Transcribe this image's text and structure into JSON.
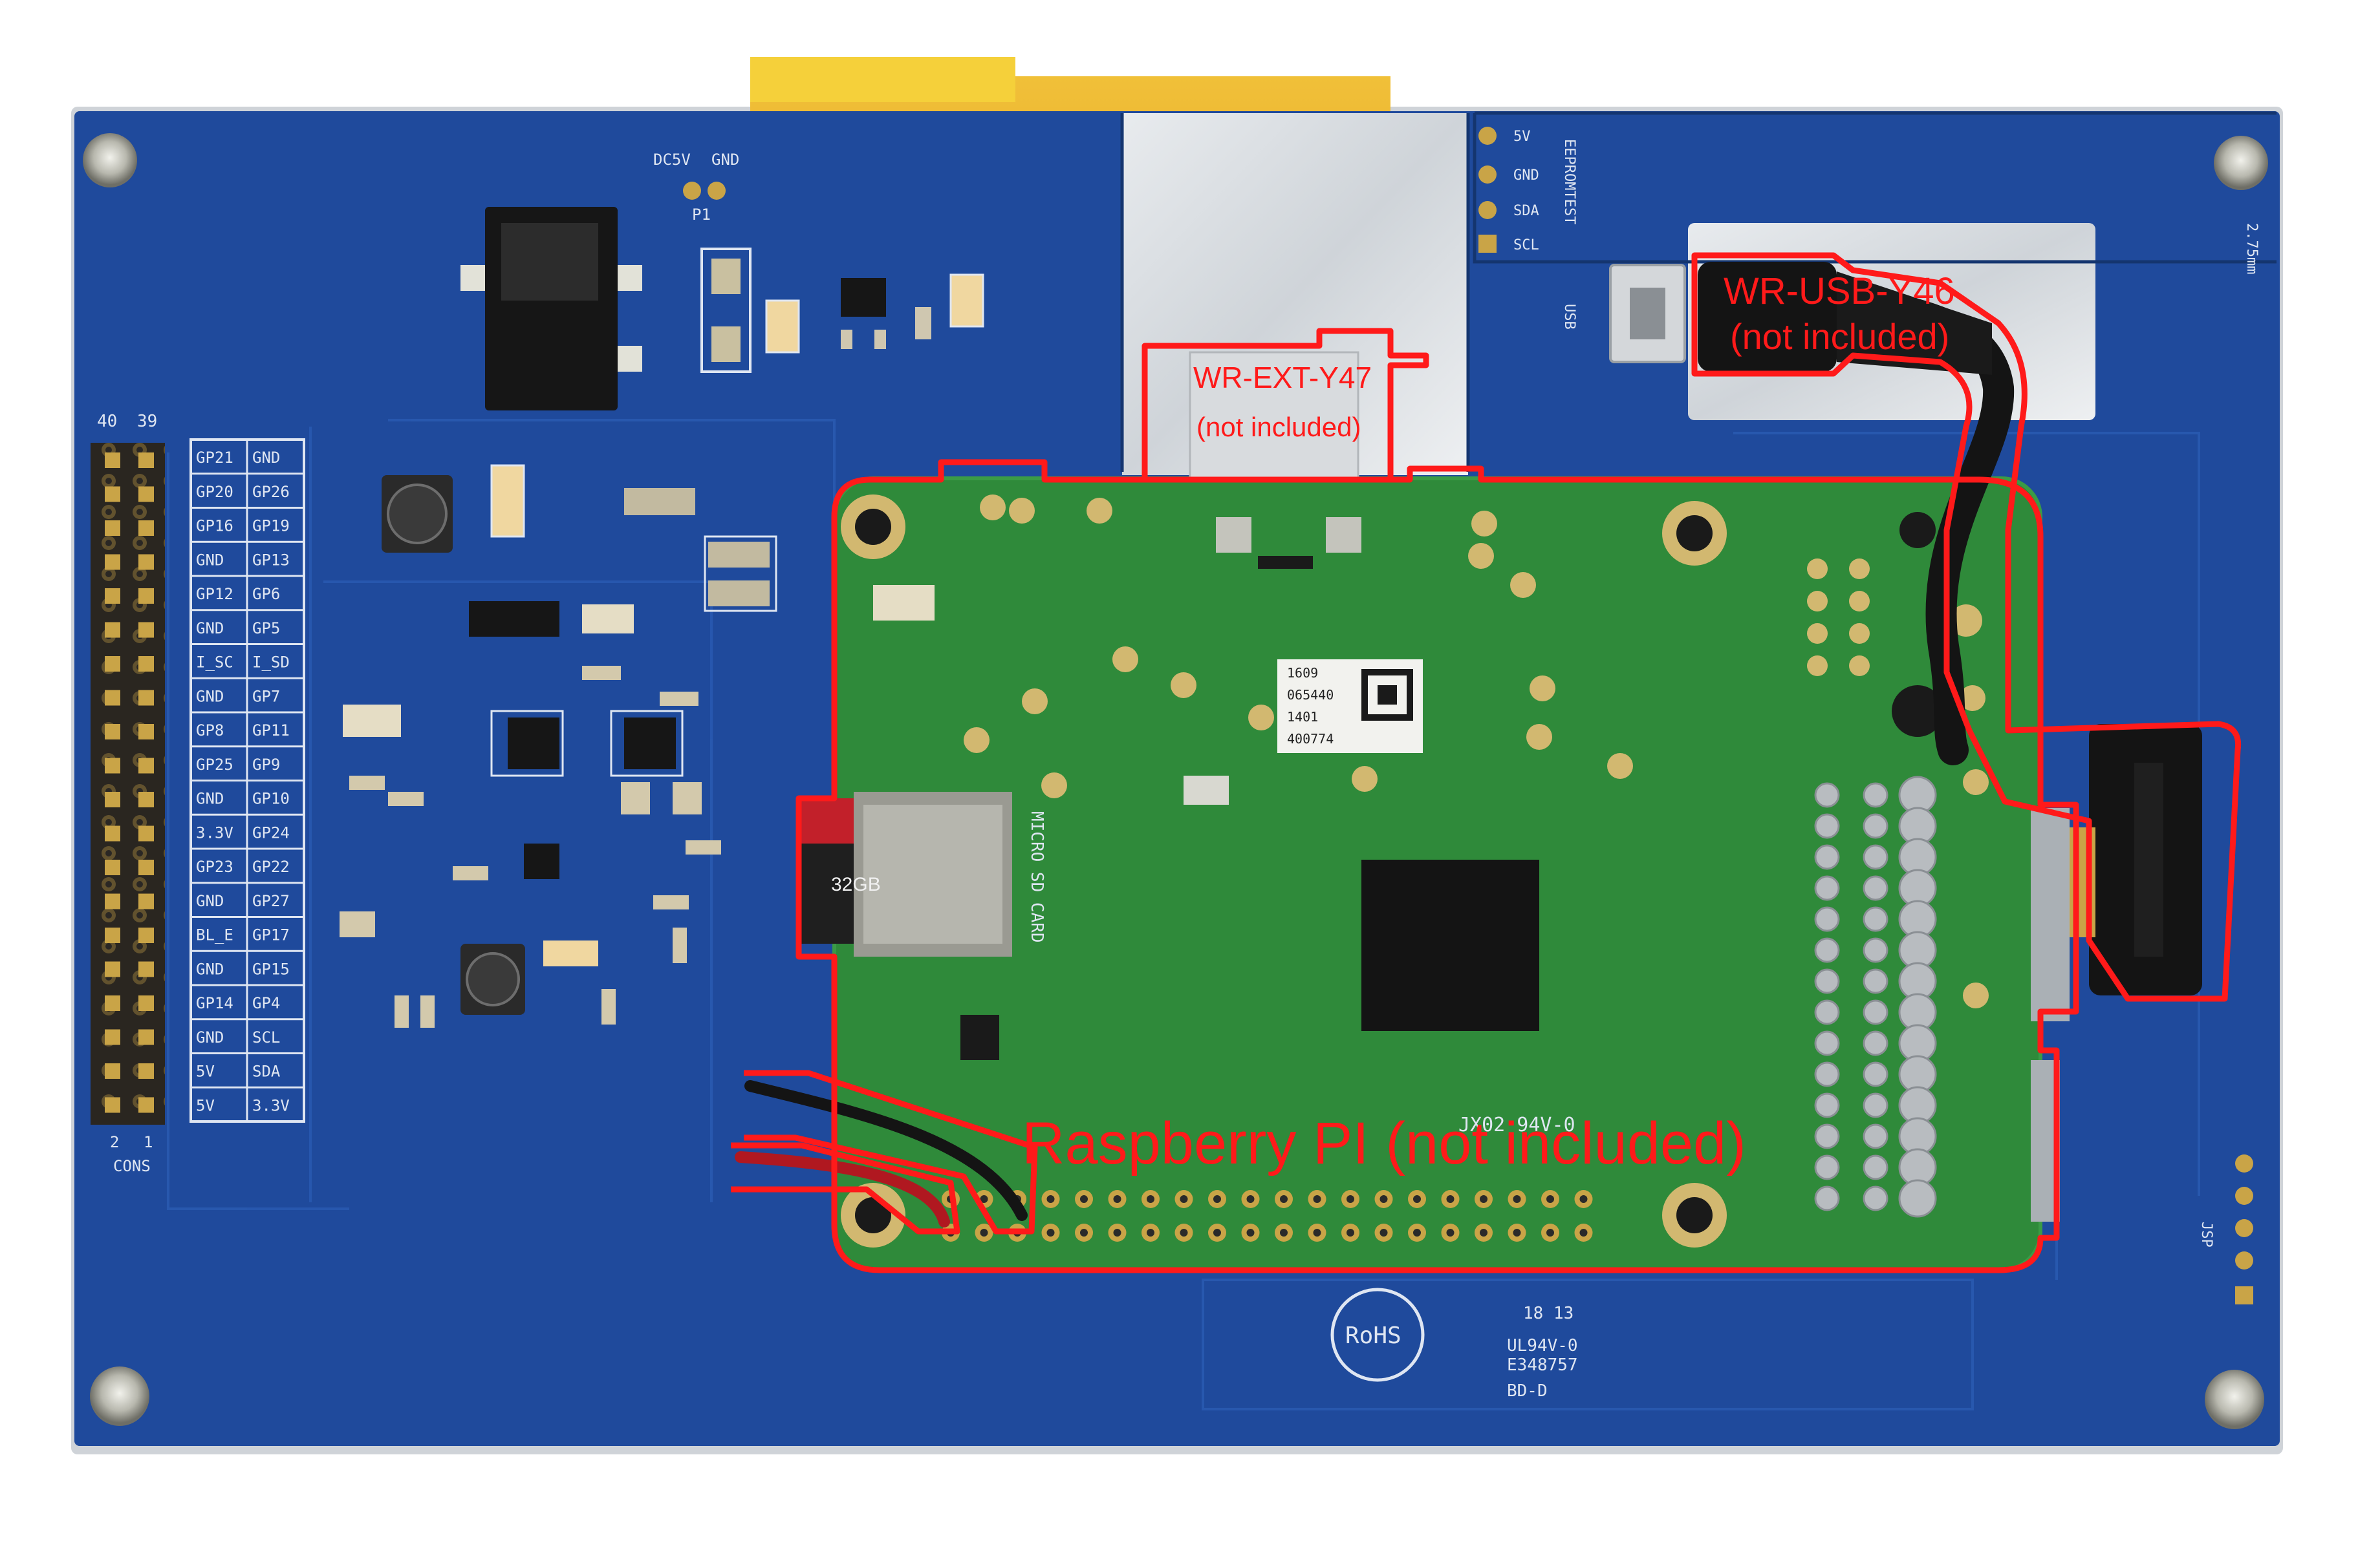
{
  "callouts": {
    "usb_label_line1": "WR-USB-Y46",
    "usb_label_line2": "(not included)",
    "ext_label_line1": "WR-EXT-Y47",
    "ext_label_line2": "(not included)",
    "pi_label": "Raspberry PI (not included)"
  },
  "lcd_board": {
    "connector_name": "CONS",
    "pin_top_left": "40",
    "pin_top_right": "39",
    "pin_bottom_left": "2",
    "pin_bottom_right": "1",
    "pin_left": [
      "GND",
      "GP26",
      "GP19",
      "GP13",
      "GP6",
      "GP5",
      "I_SD",
      "GP7",
      "GP11",
      "GP9",
      "GP10",
      "GP24",
      "GP22",
      "GP27",
      "GP17",
      "GP15",
      "GP4",
      "SCL",
      "SDA",
      "3.3V"
    ],
    "pin_right": [
      "GP21",
      "GP20",
      "GP16",
      "GND",
      "GP12",
      "GND",
      "I_SC",
      "GND",
      "GP8",
      "GP25",
      "GND",
      "3.3V",
      "GP23",
      "GND",
      "BL_E",
      "GND",
      "GP14",
      "GND",
      "5V",
      "5V"
    ],
    "power_labels": [
      "DC5V",
      "GND",
      "P1"
    ],
    "eeprom_label": "EEPROMTEST",
    "eeprom_pins": [
      "5V",
      "GND",
      "SDA",
      "SCL"
    ],
    "usb_label": "USB",
    "dimension_note": "2.75mm",
    "jsp_label": "JSP",
    "rohs_mark": "RoHS",
    "board_codes": [
      "E348757",
      "UL94V-0",
      "BD-D",
      "18 13"
    ]
  },
  "pi_board": {
    "sd_card_label": "MICRO SD CARD",
    "sd_card_capacity": "32GB",
    "chip_label": "JX02 94V-0",
    "sticker_lines": [
      "400774",
      "1401",
      "065440",
      "1609"
    ]
  },
  "colors": {
    "lcd_pcb_blue": "#1f4a9c",
    "pi_pcb_green": "#2f8a3a",
    "callout_red": "#ff1a1a",
    "flex_cable_orange": "#e8a628"
  }
}
